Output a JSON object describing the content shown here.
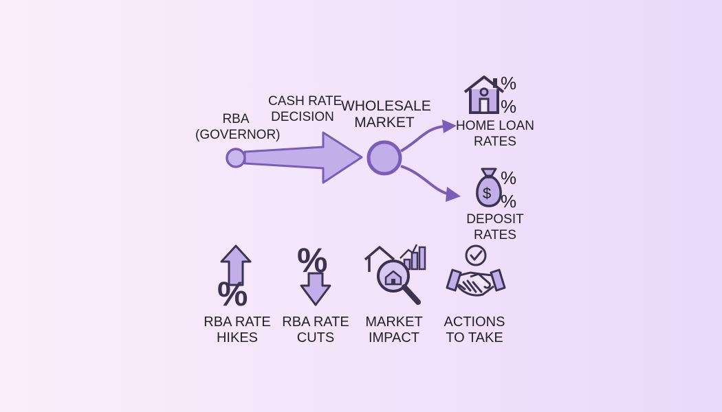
{
  "colors": {
    "accent": "#7b5cb8",
    "accent_fill": "#c2aee8",
    "icon_stroke": "#3b3350"
  },
  "diagram": {
    "nodes": {
      "source": {
        "line1": "RBA",
        "line2": "(GOVERNOR)"
      },
      "arrow": {
        "line1": "CASH RATE",
        "line2": "DECISION"
      },
      "hub": {
        "line1": "WHOLESALE",
        "line2": "MARKET"
      },
      "home": {
        "line1": "HOME LOAN",
        "line2": "RATES",
        "icon": "house-percent-icon"
      },
      "deposit": {
        "line1": "DEPOSIT",
        "line2": "RATES",
        "icon": "money-bag-percent-icon"
      }
    },
    "percent_symbol": "%",
    "dollar_symbol": "$"
  },
  "legend": [
    {
      "line1": "RBA RATE",
      "line2": "HIKES",
      "icon": "percent-up-arrow-icon"
    },
    {
      "line1": "RBA RATE",
      "line2": "CUTS",
      "icon": "percent-down-arrow-icon"
    },
    {
      "line1": "MARKET",
      "line2": "IMPACT",
      "icon": "house-magnifier-chart-icon"
    },
    {
      "line1": "ACTIONS",
      "line2": "TO TAKE",
      "icon": "handshake-check-icon"
    }
  ]
}
